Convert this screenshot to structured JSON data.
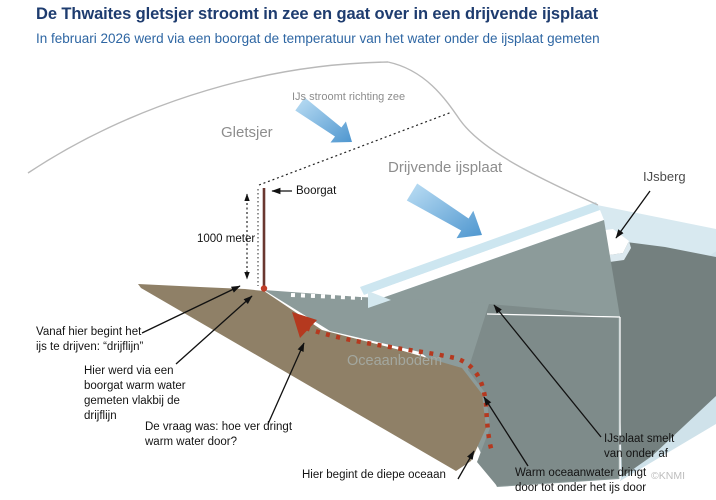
{
  "header": {
    "title": "De Thwaites gletsjer stroomt in zee en gaat over in een drijvende ijsplaat",
    "subtitle": "In februari 2026 werd via een boorgat de temperatuur van het water onder de ijsplaat gemeten"
  },
  "diagram": {
    "labels": {
      "ice_flow": "IJs stroomt richting zee",
      "glacier": "Gletsjer",
      "floating_shelf": "Drijvende ijsplaat",
      "iceberg": "IJsberg",
      "borehole": "Boorgat",
      "depth": "1000 meter",
      "ocean_floor": "Oceaanbodem"
    },
    "annotations": {
      "grounding_line": "Vanaf hier begint het\nijs te drijven: “drijflijn”",
      "borehole_measure": "Hier werd via een\nboorgat warm water\ngemeten vlakbij de\ndrijflijn",
      "question": "De vraag was: hoe ver dringt\nwarm water door?",
      "deep_ocean": "Hier begint de diepe oceaan",
      "melt": "IJsplaat smelt\nvan onder af",
      "warm_water": "Warm oceaanwater dringt\ndoor tot onder het ijs door"
    },
    "colors": {
      "title_navy": "#1e3c6f",
      "subtitle_blue": "#2e66a3",
      "label_gray": "#8d8d8d",
      "seabed_brown": "#8f8067",
      "cavity_water": "#8c9b9a",
      "deep_water": "#74807f",
      "trench_water": "#7e8b8a",
      "sea_surface": "#d8e9f0",
      "right_face": "#cfe2ea",
      "shelf_band": "#cde6f0",
      "warm_red": "#b5391f",
      "borehole_dark": "#6a3730",
      "borehole_dot": "#c03d27",
      "melt_arrow_pale": "#d4e8ef"
    }
  },
  "footer": {
    "credit": "©KNMI"
  }
}
